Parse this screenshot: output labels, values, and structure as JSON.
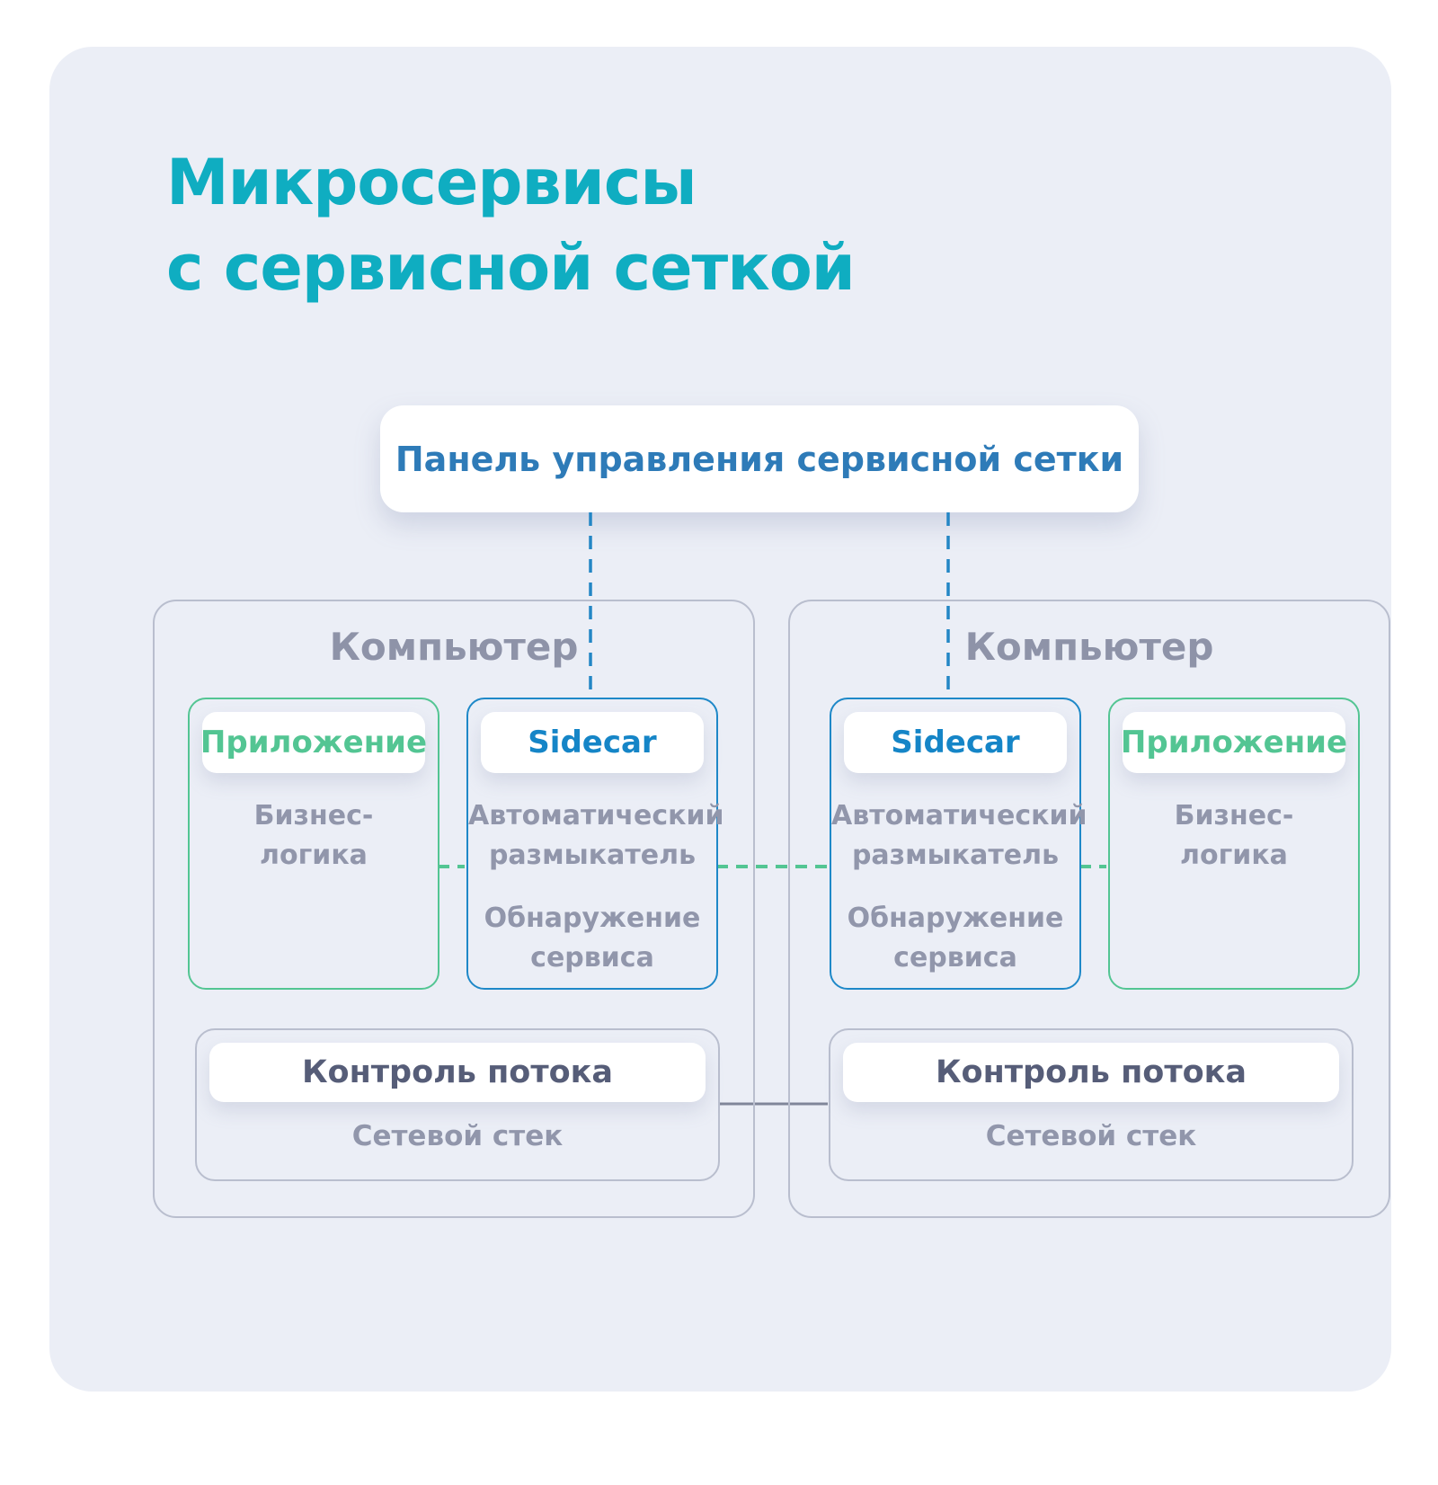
{
  "title": "Микросервисы\nс сервисной сеткой",
  "control_panel": {
    "label": "Панель управления сервисной сетки"
  },
  "computers": [
    {
      "label": "Компьютер",
      "application": {
        "label": "Приложение",
        "body": "Бизнес-\nлогика"
      },
      "sidecar": {
        "label": "Sidecar",
        "features": [
          "Автоматический\nразмыкатель",
          "Обнаружение\nсервиса"
        ]
      },
      "network": {
        "label": "Контроль потока",
        "body": "Сетевой стек"
      }
    },
    {
      "label": "Компьютер",
      "application": {
        "label": "Приложение",
        "body": "Бизнес-\nлогика"
      },
      "sidecar": {
        "label": "Sidecar",
        "features": [
          "Автоматический\nразмыкатель",
          "Обнаружение\nсервиса"
        ]
      },
      "network": {
        "label": "Контроль потока",
        "body": "Сетевой стек"
      }
    }
  ],
  "colors": {
    "accent_teal": "#0fadc1",
    "panel_blue": "#2e7bb8",
    "sidecar_blue": "#1585c7",
    "green": "#53c593",
    "grey_text": "#9196ab",
    "dark_text": "#565d78",
    "muted_border": "#b9bece",
    "connector_grey": "#808699",
    "connector_blue": "#2386c5",
    "card_bg": "#ebeef6"
  }
}
